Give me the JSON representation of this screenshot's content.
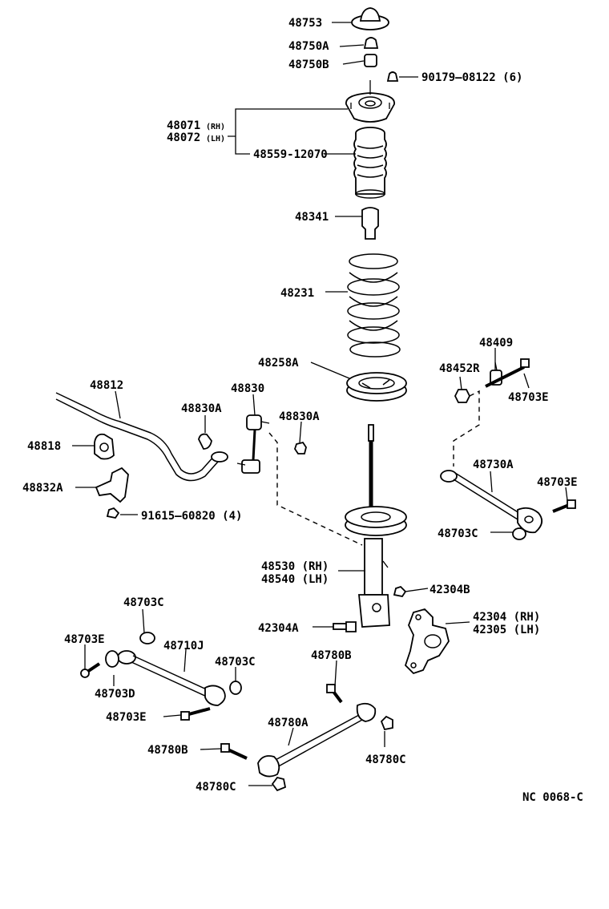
{
  "diagram": {
    "labels": {
      "p48753": "48753",
      "p48750a": "48750A",
      "p48750b": "48750B",
      "p90179": "90179—08122 (6)",
      "p48071": "48071",
      "p48071_side": "(RH)",
      "p48072": "48072",
      "p48072_side": "(LH)",
      "p48559": "48559-12070",
      "p48341": "48341",
      "p48231": "48231",
      "p48258a": "48258A",
      "p48409": "48409",
      "p48452r": "48452R",
      "p48703e_top": "48703E",
      "p48812": "48812",
      "p48830": "48830",
      "p48830a_left": "48830A",
      "p48830a_right": "48830A",
      "p48818": "48818",
      "p48832a": "48832A",
      "p91615": "91615—60820 (4)",
      "p48730a": "48730A",
      "p48703e_right": "48703E",
      "p48703c_right": "48703C",
      "p48530": "48530 (RH)",
      "p48540": "48540 (LH)",
      "p42304b": "42304B",
      "p42304a": "42304A",
      "p42304": "42304 (RH)",
      "p42305": "42305 (LH)",
      "p48703c_left": "48703C",
      "p48703e_left": "48703E",
      "p48710j": "48710J",
      "p48703c_mid": "48703C",
      "p48703d": "48703D",
      "p48703e_bottom": "48703E",
      "p48780b_top": "48780B",
      "p48780a": "48780A",
      "p48780b_left": "48780B",
      "p48780c_right": "48780C",
      "p48780c_left": "48780C",
      "ref": "NC 0068-C"
    }
  }
}
